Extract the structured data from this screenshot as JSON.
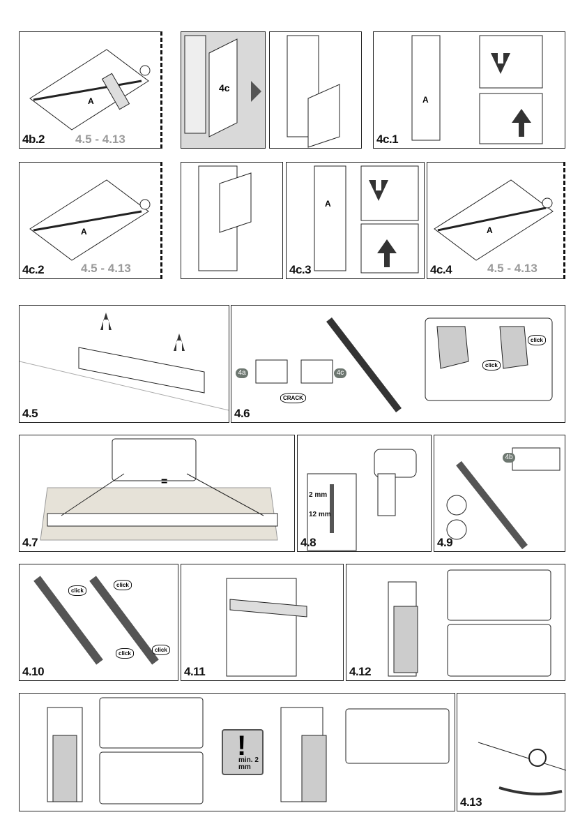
{
  "steps": {
    "s4b2": {
      "label": "4b.2",
      "ref": "4.5 - 4.13",
      "part": "A"
    },
    "s4c": {
      "label": "4c"
    },
    "s4c1": {
      "label": "4c.1",
      "part": "A"
    },
    "s4c2": {
      "label": "4c.2",
      "ref": "4.5 - 4.13",
      "part": "A"
    },
    "s4c3": {
      "label": "4c.3",
      "part": "A"
    },
    "s4c4": {
      "label": "4c.4",
      "ref": "4.5 - 4.13",
      "part": "A"
    },
    "s45": {
      "label": "4.5"
    },
    "s46": {
      "label": "4.6",
      "badge_a": "4a",
      "badge_c": "4c",
      "crack": "CRACK",
      "click": "click"
    },
    "s47": {
      "label": "4.7",
      "equal": "="
    },
    "s48": {
      "label": "4.8",
      "dim1": "2 mm",
      "dim2": "12 mm"
    },
    "s49": {
      "label": "4.9",
      "badge_b": "4b"
    },
    "s410": {
      "label": "4.10",
      "click": "click"
    },
    "s411": {
      "label": "4.11"
    },
    "s412": {
      "label": "4.12"
    },
    "s413": {
      "label": "4.13"
    },
    "adjust": {
      "warning": "min. 2 mm"
    }
  }
}
